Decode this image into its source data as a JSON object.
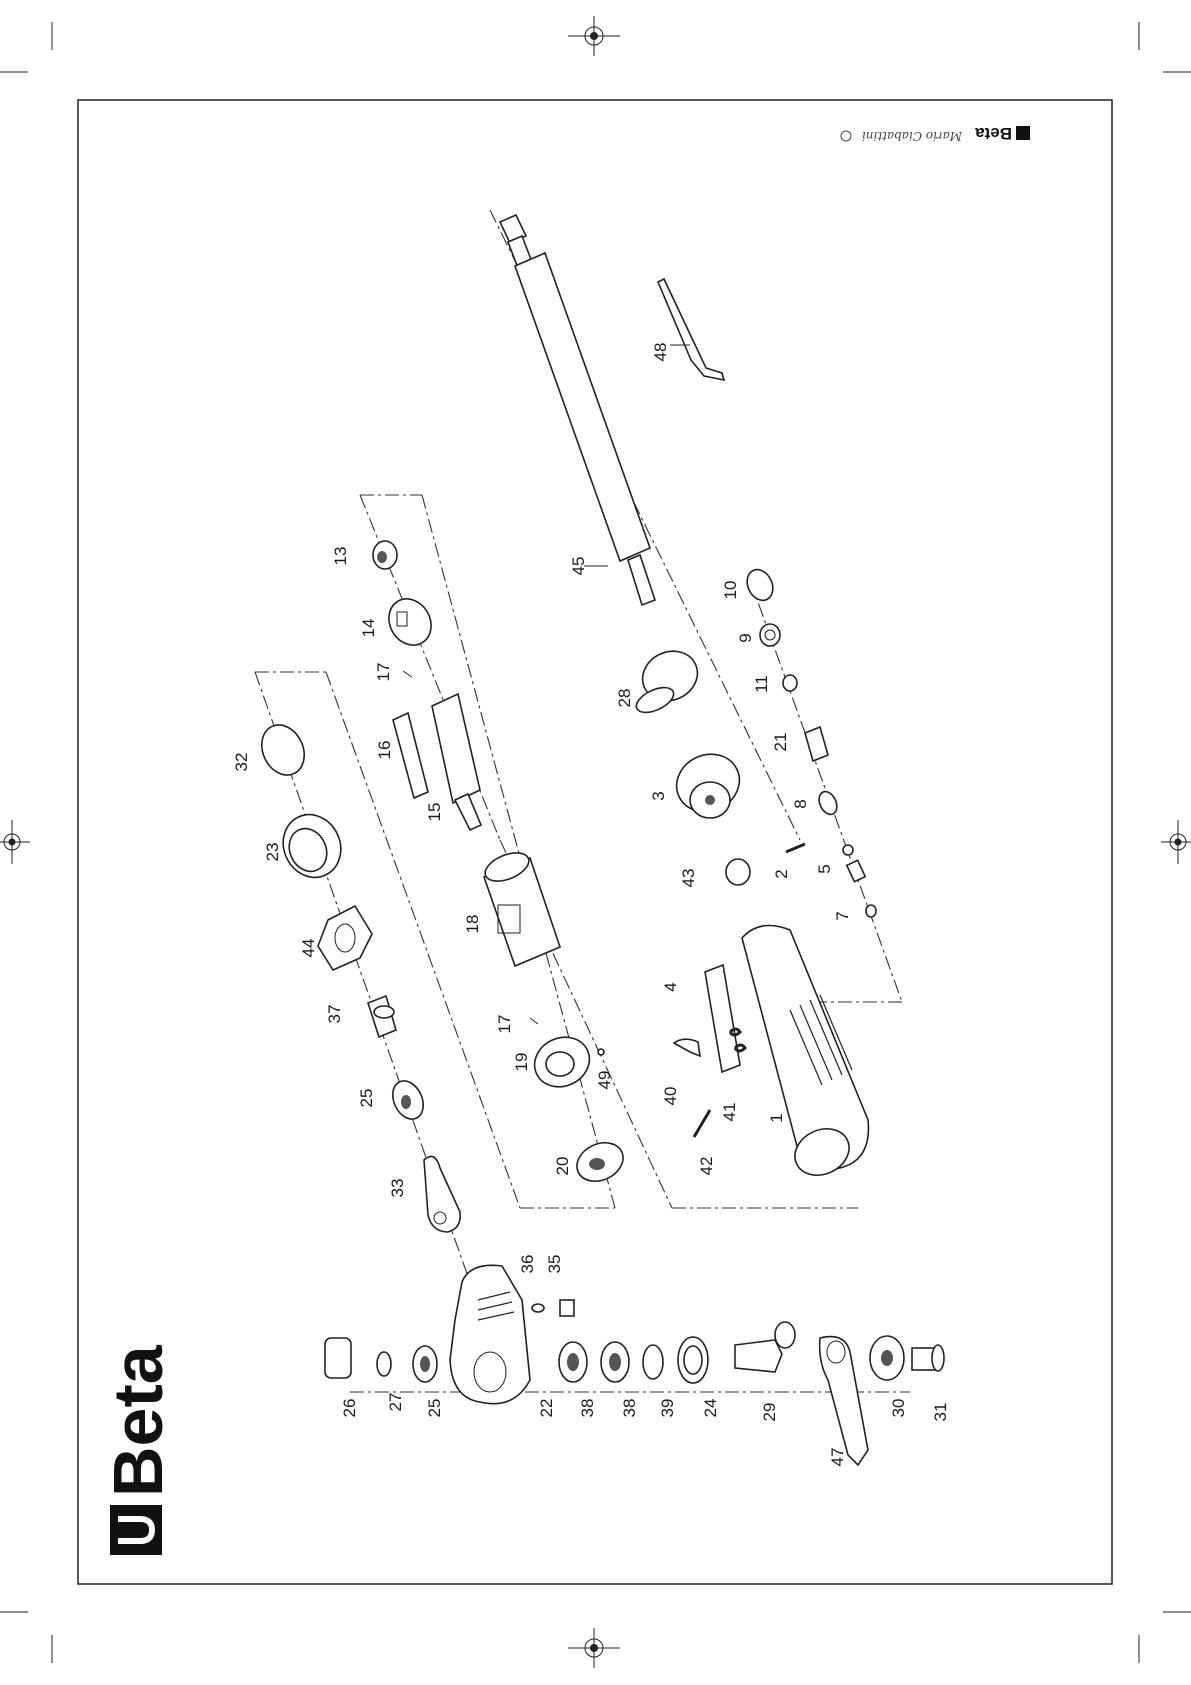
{
  "brand": {
    "name": "Beta",
    "small_mark": "Beta",
    "signature": "Mario Ciabattini"
  },
  "colors": {
    "ink": "#1a1a1a",
    "paper": "#ffffff"
  },
  "parts": [
    {
      "id": "main-shaft",
      "label": "45"
    },
    {
      "id": "hex-key",
      "label": "48"
    },
    {
      "id": "screw-13",
      "label": "13"
    },
    {
      "id": "plate-14",
      "label": "14"
    },
    {
      "id": "pin-17a",
      "label": "17"
    },
    {
      "id": "blade-16",
      "label": "16"
    },
    {
      "id": "rotor-15",
      "label": "15"
    },
    {
      "id": "cylinder-18",
      "label": "18"
    },
    {
      "id": "pin-17b",
      "label": "17"
    },
    {
      "id": "plate-19",
      "label": "19"
    },
    {
      "id": "pin-49",
      "label": "49"
    },
    {
      "id": "bearing-20",
      "label": "20"
    },
    {
      "id": "ring-32",
      "label": "32"
    },
    {
      "id": "gear-23",
      "label": "23"
    },
    {
      "id": "nut-44",
      "label": "44"
    },
    {
      "id": "bushing-37",
      "label": "37"
    },
    {
      "id": "bearing-25a",
      "label": "25"
    },
    {
      "id": "yoke-33",
      "label": "33"
    },
    {
      "id": "ring-10",
      "label": "10"
    },
    {
      "id": "washer-9",
      "label": "9"
    },
    {
      "id": "oring-11",
      "label": "11"
    },
    {
      "id": "bushing-21",
      "label": "21"
    },
    {
      "id": "spring-8",
      "label": "8"
    },
    {
      "id": "valve-5",
      "label": "5"
    },
    {
      "id": "oring-7",
      "label": "7"
    },
    {
      "id": "cap-28",
      "label": "28"
    },
    {
      "id": "housing-3",
      "label": "3"
    },
    {
      "id": "oring-43",
      "label": "43"
    },
    {
      "id": "pin-2",
      "label": "2"
    },
    {
      "id": "lever-4",
      "label": "4"
    },
    {
      "id": "lever-40",
      "label": "40"
    },
    {
      "id": "spring-41",
      "label": "41"
    },
    {
      "id": "pin-42",
      "label": "42"
    },
    {
      "id": "body-1",
      "label": "1"
    },
    {
      "id": "pin-36",
      "label": "36"
    },
    {
      "id": "screw-35",
      "label": "35"
    },
    {
      "id": "cap-26",
      "label": "26"
    },
    {
      "id": "washer-27",
      "label": "27"
    },
    {
      "id": "bearing-25b",
      "label": "25"
    },
    {
      "id": "head-22",
      "label": "22"
    },
    {
      "id": "bearing-38a",
      "label": "38"
    },
    {
      "id": "bearing-38b",
      "label": "38"
    },
    {
      "id": "ring-39",
      "label": "39"
    },
    {
      "id": "nut-24",
      "label": "24"
    },
    {
      "id": "spindle-29",
      "label": "29"
    },
    {
      "id": "arm-47",
      "label": "47"
    },
    {
      "id": "washer-30",
      "label": "30"
    },
    {
      "id": "screw-31",
      "label": "31"
    }
  ]
}
